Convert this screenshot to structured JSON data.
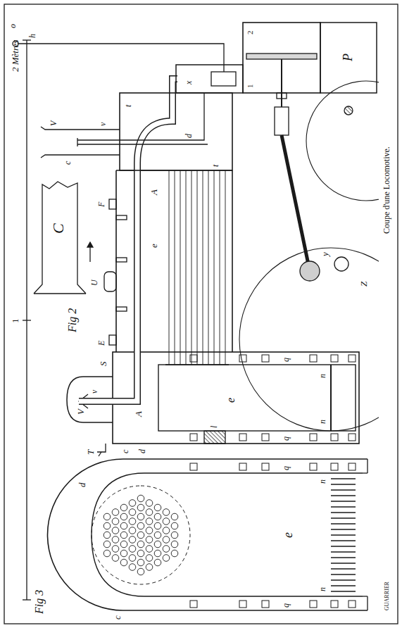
{
  "diagram": {
    "caption": "Coupe d'une Locomotive.",
    "labels": [
      "2 Mètres",
      "1",
      "C",
      "Fig 3",
      "c",
      "d",
      "e",
      "q",
      "q",
      "n",
      "n",
      "T",
      "c",
      "d",
      "V",
      "v",
      "S",
      "Fig 2",
      "A",
      "E",
      "U",
      "F",
      "e",
      "A",
      "e",
      "l",
      "q",
      "q",
      "n",
      "n",
      "c",
      "V",
      "v",
      "t",
      "t",
      "d",
      "h",
      "o",
      "x",
      "1",
      "2",
      "P",
      "Z",
      "y",
      "GUARRIER"
    ]
  }
}
